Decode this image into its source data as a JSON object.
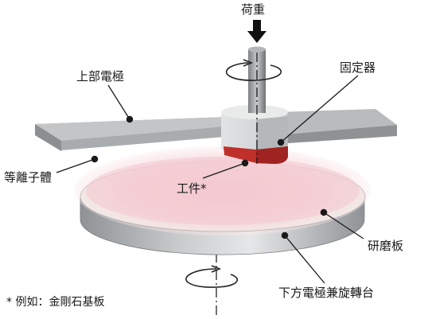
{
  "labels": {
    "load": "荷重",
    "upper_electrode": "上部電極",
    "fixture": "固定器",
    "plasma": "等離子體",
    "workpiece": "工件*",
    "polishing_plate": "研磨板",
    "lower_electrode": "下方電極兼旋轉台"
  },
  "footnote": "* 例如：金剛石基板",
  "colors": {
    "plasma_glow": "#f3c7cf",
    "workpiece_red": "#c0302b",
    "electrode_gray": "#a9acae",
    "leader_line": "#1a1a1a"
  }
}
